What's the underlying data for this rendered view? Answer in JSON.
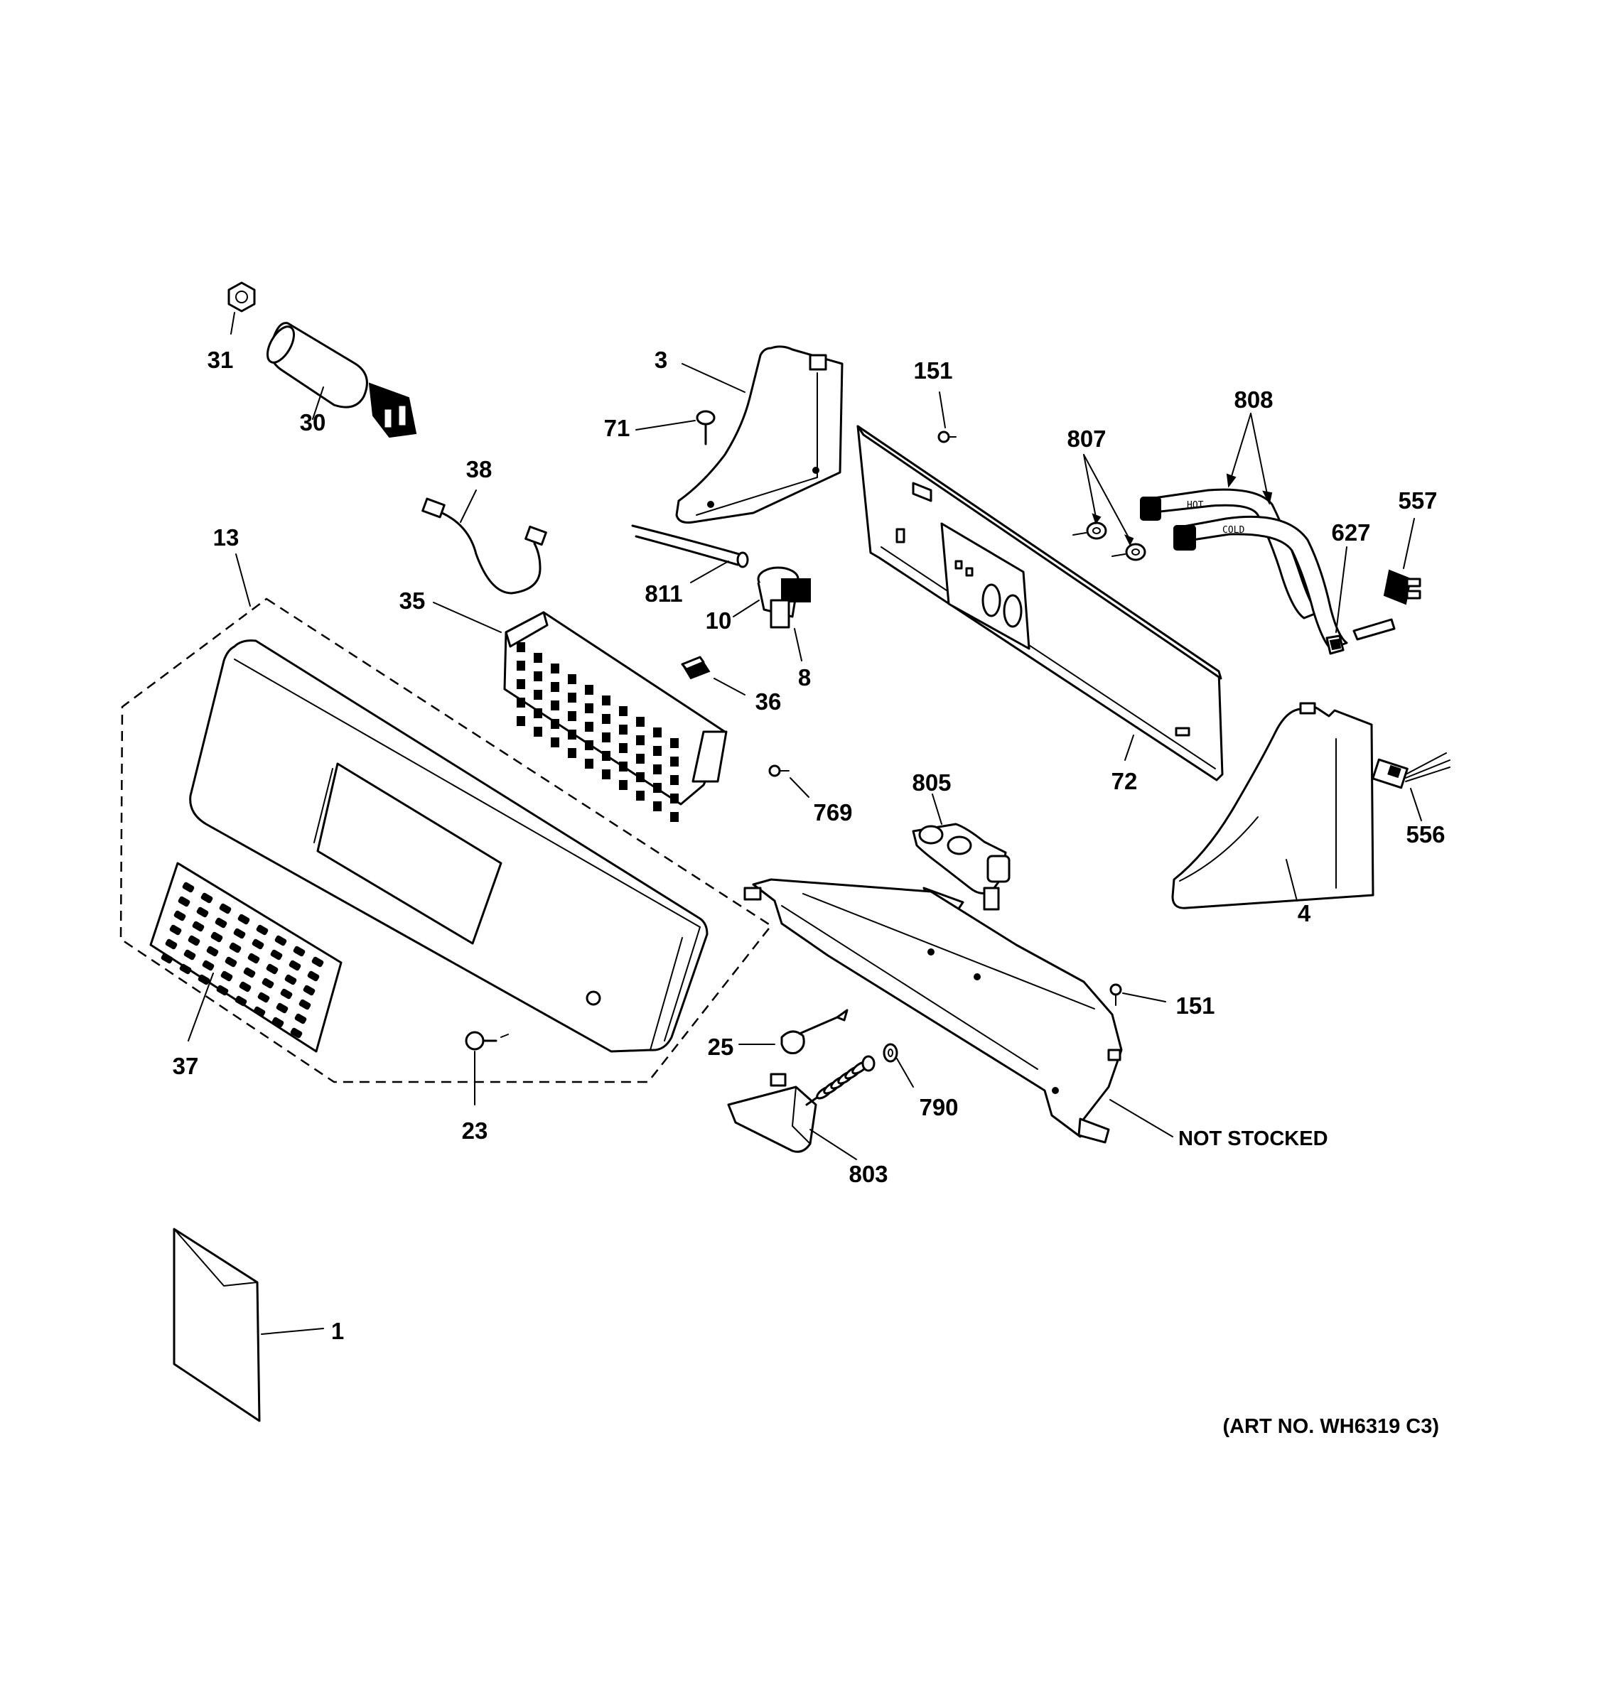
{
  "callouts": {
    "c1": "1",
    "c3": "3",
    "c4": "4",
    "c8": "8",
    "c10": "10",
    "c13": "13",
    "c23": "23",
    "c25": "25",
    "c30": "30",
    "c31": "31",
    "c35": "35",
    "c36": "36",
    "c37": "37",
    "c38": "38",
    "c71": "71",
    "c72": "72",
    "c151a": "151",
    "c151b": "151",
    "c556": "556",
    "c557": "557",
    "c627": "627",
    "c769": "769",
    "c790": "790",
    "c803": "803",
    "c805": "805",
    "c807": "807",
    "c808": "808",
    "c811": "811"
  },
  "not_stocked": "NOT STOCKED",
  "art_number": "(ART NO. WH6319 C3)",
  "hose_labels": {
    "hot": "HOT",
    "cold": "COLD"
  }
}
